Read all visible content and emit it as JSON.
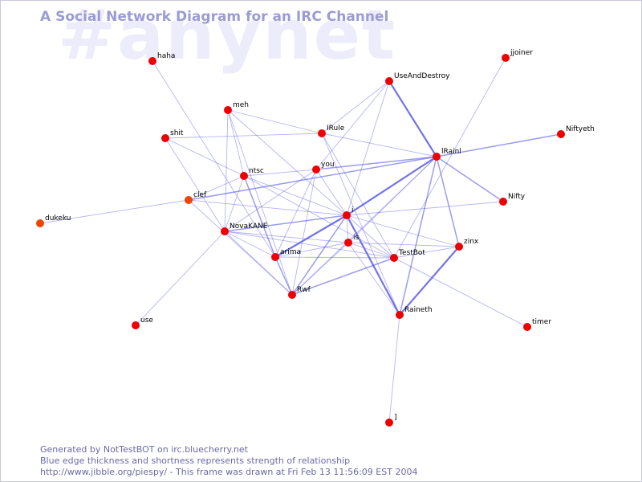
{
  "watermark": "#anynet",
  "title": "A Social Network Diagram for an IRC Channel",
  "footer": {
    "line1": "Generated by NotTestBOT on irc.bluecherry.net",
    "line2": "Blue edge thickness and shortness represents strength of relationship",
    "line3": "http://www.jibble.org/piespy/ - This frame was drawn at Fri Feb 13 11:56:09 EST 2004"
  },
  "colors": {
    "node": "#ee0000",
    "node_recent": "#ee4400",
    "edge": "#5a5ae6",
    "title": "#9b9bd6",
    "watermark": "#ececfa"
  },
  "nodes": [
    {
      "id": "haha",
      "label": "haha"
    },
    {
      "id": "meh",
      "label": "meh"
    },
    {
      "id": "shit",
      "label": "shit"
    },
    {
      "id": "ntsc",
      "label": "ntsc"
    },
    {
      "id": "clef",
      "label": "clef"
    },
    {
      "id": "dukeku",
      "label": "dukeku"
    },
    {
      "id": "novakane",
      "label": "NovaKANE"
    },
    {
      "id": "use",
      "label": "use"
    },
    {
      "id": "useanddestroy",
      "label": "UseAndDestroy"
    },
    {
      "id": "jjoiner",
      "label": "jjoiner"
    },
    {
      "id": "irule",
      "label": "IRule"
    },
    {
      "id": "you",
      "label": "you"
    },
    {
      "id": "irainl",
      "label": "lRainl"
    },
    {
      "id": "niftyeth",
      "label": "Niftyeth"
    },
    {
      "id": "nifty",
      "label": "Nifty"
    },
    {
      "id": "i",
      "label": "i"
    },
    {
      "id": "is",
      "label": "is"
    },
    {
      "id": "arima",
      "label": "arima"
    },
    {
      "id": "testbot",
      "label": "TestBot"
    },
    {
      "id": "zinx",
      "label": "zinx"
    },
    {
      "id": "rwf",
      "label": "Rwf"
    },
    {
      "id": "raineth",
      "label": "Raineth"
    },
    {
      "id": "timer",
      "label": "timer"
    },
    {
      "id": "bracket",
      "label": "]"
    }
  ],
  "edges": [
    {
      "from": "haha",
      "to": "arima",
      "w": 1
    },
    {
      "from": "meh",
      "to": "novakane",
      "w": 1
    },
    {
      "from": "meh",
      "to": "rwf",
      "w": 1
    },
    {
      "from": "meh",
      "to": "i",
      "w": 1
    },
    {
      "from": "meh",
      "to": "irule",
      "w": 1
    },
    {
      "from": "meh",
      "to": "ntsc",
      "w": 1
    },
    {
      "from": "shit",
      "to": "irule",
      "w": 1
    },
    {
      "from": "shit",
      "to": "novakane",
      "w": 1
    },
    {
      "from": "shit",
      "to": "ntsc",
      "w": 1
    },
    {
      "from": "ntsc",
      "to": "clef",
      "w": 1
    },
    {
      "from": "ntsc",
      "to": "novakane",
      "w": 1
    },
    {
      "from": "ntsc",
      "to": "arima",
      "w": 2
    },
    {
      "from": "ntsc",
      "to": "i",
      "w": 1
    },
    {
      "from": "ntsc",
      "to": "testbot",
      "w": 1
    },
    {
      "from": "ntsc",
      "to": "you",
      "w": 1
    },
    {
      "from": "clef",
      "to": "dukeku",
      "w": 1
    },
    {
      "from": "clef",
      "to": "i",
      "w": 1
    },
    {
      "from": "clef",
      "to": "rwf",
      "w": 1
    },
    {
      "from": "clef",
      "to": "irainl",
      "w": 2
    },
    {
      "from": "novakane",
      "to": "i",
      "w": 2
    },
    {
      "from": "novakane",
      "to": "is",
      "w": 1
    },
    {
      "from": "novakane",
      "to": "arima",
      "w": 1
    },
    {
      "from": "novakane",
      "to": "rwf",
      "w": 1
    },
    {
      "from": "novakane",
      "to": "testbot",
      "w": 1
    },
    {
      "from": "novakane",
      "to": "you",
      "w": 1
    },
    {
      "from": "novakane",
      "to": "use",
      "w": 1
    },
    {
      "from": "useanddestroy",
      "to": "irule",
      "w": 1
    },
    {
      "from": "useanddestroy",
      "to": "irainl",
      "w": 3
    },
    {
      "from": "useanddestroy",
      "to": "you",
      "w": 1
    },
    {
      "from": "useanddestroy",
      "to": "i",
      "w": 1
    },
    {
      "from": "jjoiner",
      "to": "testbot",
      "w": 1
    },
    {
      "from": "irule",
      "to": "irainl",
      "w": 1
    },
    {
      "from": "irule",
      "to": "testbot",
      "w": 1
    },
    {
      "from": "irule",
      "to": "raineth",
      "w": 1
    },
    {
      "from": "you",
      "to": "irainl",
      "w": 2
    },
    {
      "from": "you",
      "to": "rwf",
      "w": 1
    },
    {
      "from": "you",
      "to": "i",
      "w": 1
    },
    {
      "from": "you",
      "to": "arima",
      "w": 1
    },
    {
      "from": "irainl",
      "to": "niftyeth",
      "w": 2
    },
    {
      "from": "irainl",
      "to": "nifty",
      "w": 2
    },
    {
      "from": "irainl",
      "to": "i",
      "w": 3
    },
    {
      "from": "irainl",
      "to": "zinx",
      "w": 2
    },
    {
      "from": "irainl",
      "to": "raineth",
      "w": 2
    },
    {
      "from": "irainl",
      "to": "is",
      "w": 1
    },
    {
      "from": "irainl",
      "to": "rwf",
      "w": 1
    },
    {
      "from": "i",
      "to": "nifty",
      "w": 1
    },
    {
      "from": "i",
      "to": "is",
      "w": 1
    },
    {
      "from": "i",
      "to": "arima",
      "w": 3
    },
    {
      "from": "i",
      "to": "testbot",
      "w": 1
    },
    {
      "from": "i",
      "to": "zinx",
      "w": 1
    },
    {
      "from": "i",
      "to": "rwf",
      "w": 2
    },
    {
      "from": "i",
      "to": "raineth",
      "w": 3
    },
    {
      "from": "is",
      "to": "arima",
      "w": 1
    },
    {
      "from": "is",
      "to": "testbot",
      "w": 1
    },
    {
      "from": "is",
      "to": "rwf",
      "w": 1
    },
    {
      "from": "is",
      "to": "raineth",
      "w": 1
    },
    {
      "from": "is",
      "to": "zinx",
      "w": 1
    },
    {
      "from": "arima",
      "to": "testbot",
      "w": 1
    },
    {
      "from": "arima",
      "to": "rwf",
      "w": 2
    },
    {
      "from": "testbot",
      "to": "zinx",
      "w": 1
    },
    {
      "from": "testbot",
      "to": "rwf",
      "w": 2
    },
    {
      "from": "testbot",
      "to": "timer",
      "w": 1
    },
    {
      "from": "zinx",
      "to": "raineth",
      "w": 3
    },
    {
      "from": "raineth",
      "to": "bracket",
      "w": 1
    }
  ]
}
